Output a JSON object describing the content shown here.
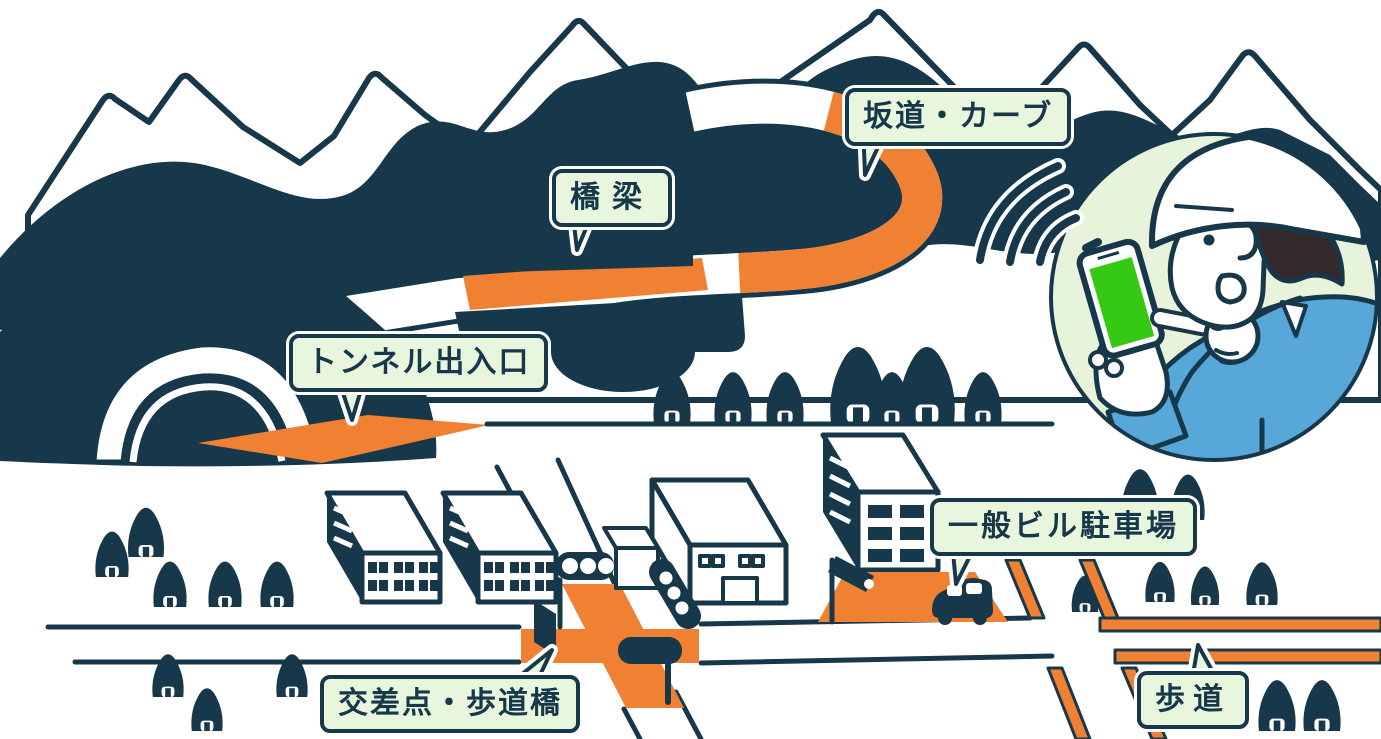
{
  "labels": {
    "slope_curve": "坂道・カーブ",
    "bridge": "橋梁",
    "tunnel_entrance": "トンネル出入口",
    "building_parking": "一般ビル駐車場",
    "intersection_pedestrian_bridge": "交差点・歩道橋",
    "sidewalk": "歩道"
  },
  "icons": {
    "inset": "worker-with-smartphone-icon",
    "signal": "wifi-waves-icon",
    "phone": "smartphone-icon",
    "helmet": "safety-helmet-icon",
    "scene_elements": [
      "mountain",
      "tunnel",
      "bridge",
      "curved-road",
      "tree",
      "office-building",
      "traffic-light",
      "pedestrian-bridge",
      "parking-lot",
      "car",
      "security-camera",
      "sidewalk"
    ]
  },
  "colors": {
    "outline_navy": "#17384a",
    "road_orange": "#f18132",
    "label_bg_green": "#e9f6de",
    "inset_bg_green": "#e7f3da",
    "shirt_blue": "#57a8d9",
    "phone_screen_green": "#35c913",
    "hair_brown": "#33292a"
  }
}
